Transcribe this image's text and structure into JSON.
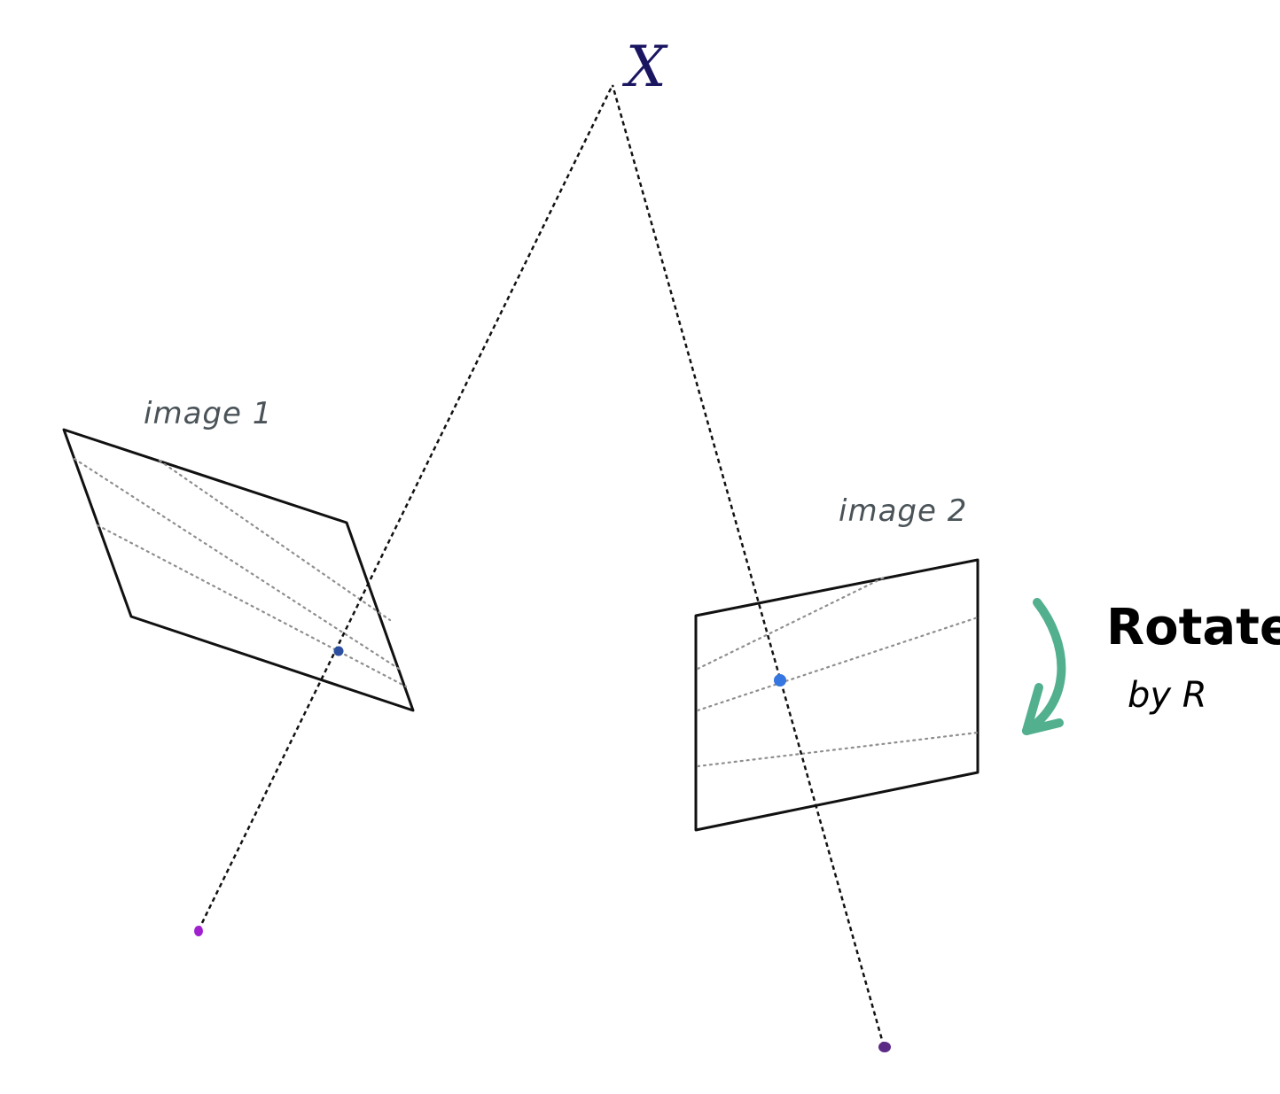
{
  "labels": {
    "point": "X",
    "image_1": "image 1",
    "image_2": "image 2",
    "rotate": "Rotate",
    "rotate_sub": "by R"
  },
  "colors": {
    "point_label": "#1a1560",
    "image_label": "#4a5358",
    "frame": "#111111",
    "ray": "#111111",
    "epipolar_line": "#8f8f8f",
    "projected_point_1": "#2d4fa0",
    "projected_point_2": "#3576e0",
    "camera_center_1": "#a020d0",
    "camera_center_2": "#5b2a86",
    "rotate_arrow": "#52b08f",
    "rotate_text": "#000000"
  }
}
